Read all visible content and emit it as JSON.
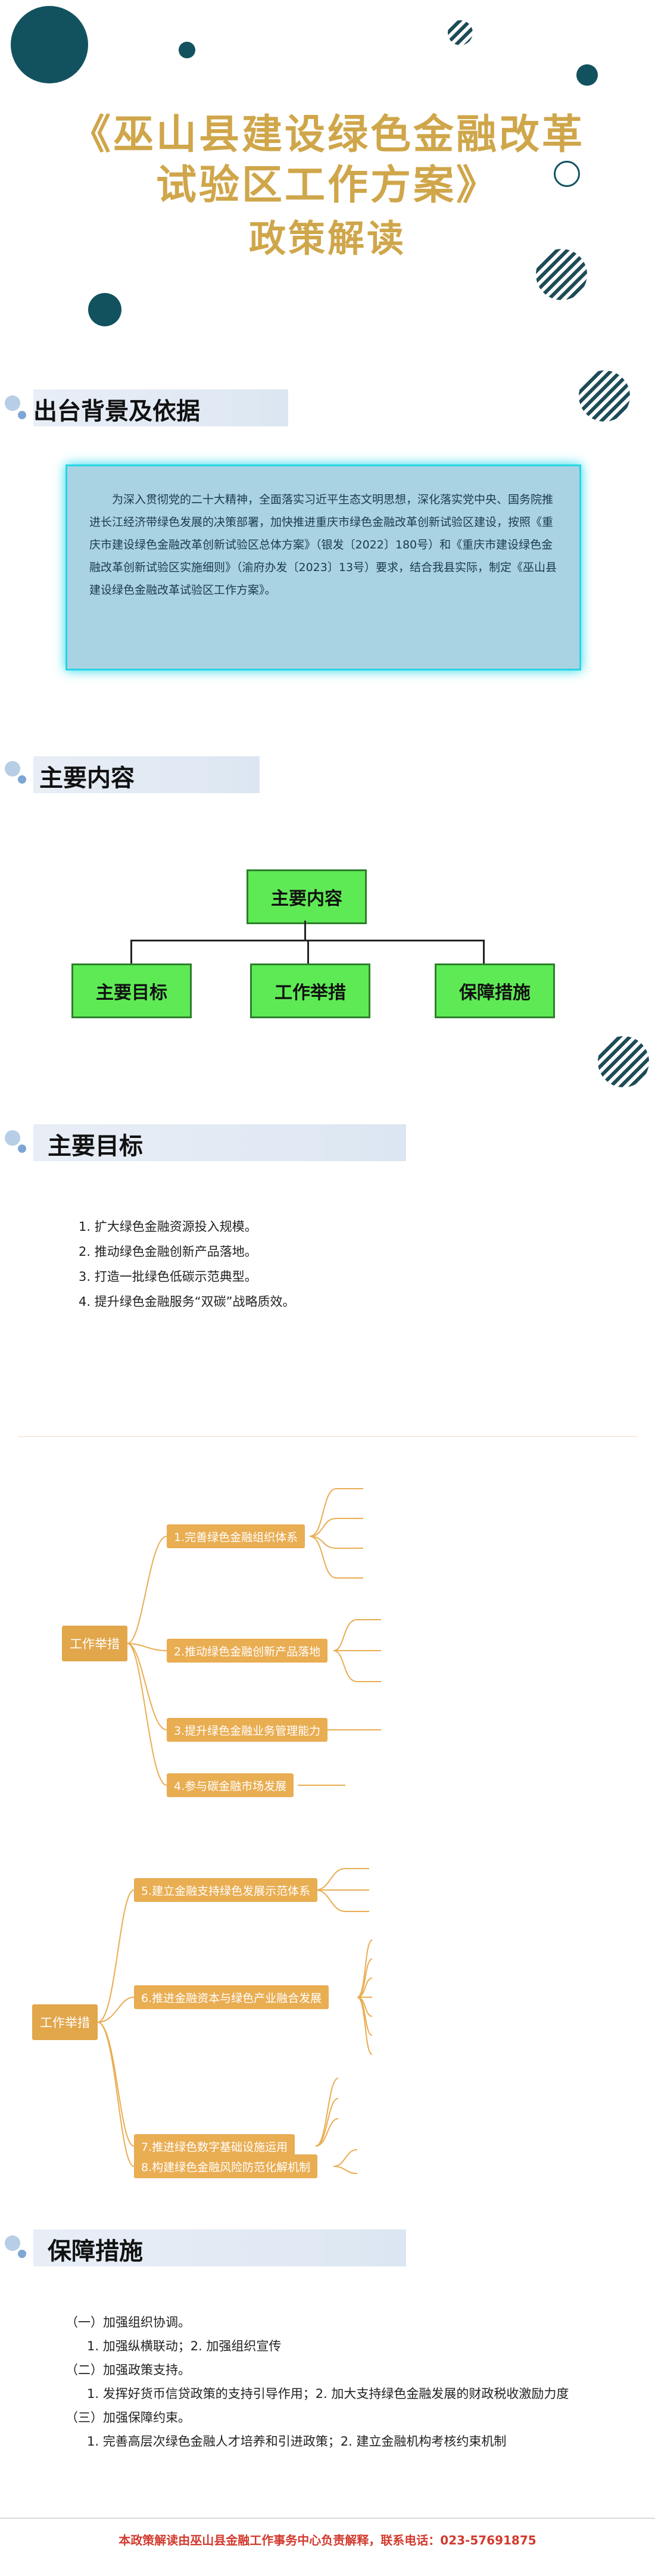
{
  "header": {
    "title_line1": "《巫山县建设绿色金融改革",
    "title_line2": "试验区工作方案》",
    "title_line3": "政策解读"
  },
  "background": {
    "heading": "出台背景及依据",
    "text": "为深入贯彻党的二十大精神，全面落实习近平生态文明思想，深化落实党中央、国务院推进长江经济带绿色发展的决策部署，加快推进重庆市绿色金融改革创新试验区建设，按照《重庆市建设绿色金融改革创新试验区总体方案》（银发〔2022〕180号）和《重庆市建设绿色金融改革创新试验区实施细则》（渝府办发〔2023〕13号）要求，结合我县实际，制定《巫山县建设绿色金融改革试验区工作方案》。"
  },
  "main_content": {
    "heading": "主要内容",
    "root": "主要内容",
    "children": [
      "主要目标",
      "工作举措",
      "保障措施"
    ]
  },
  "goals": {
    "heading": "主要目标",
    "items": [
      "1. 扩大绿色金融资源投入规模。",
      "2. 推动绿色金融创新产品落地。",
      "3. 打造一批绿色低碳示范典型。",
      "4. 提升绿色金融服务“双碳”战略质效。"
    ]
  },
  "measures1": {
    "root": "工作举措",
    "branches": [
      "1.完善绿色金融组织体系",
      "2.推动绿色金融创新产品落地",
      "3.提升绿色金融业务管理能力",
      "4.参与碳金融市场发展"
    ]
  },
  "measures2": {
    "root": "工作举措",
    "branches": [
      "5.建立金融支持绿色发展示范体系",
      "6.推进金融资本与绿色产业融合发展",
      "7.推进绿色数字基础设施运用",
      "8.构建绿色金融风险防范化解机制"
    ]
  },
  "guarantee": {
    "heading": "保障措施",
    "items": [
      "（一）加强组织协调。",
      "1. 加强纵横联动；2. 加强组织宣传",
      "（二）加强政策支持。",
      "1. 发挥好货币信贷政策的支持引导作用；2. 加大支持绿色金融发展的财政税收激励力度",
      "（三）加强保障约束。",
      "1. 完善高层次绿色金融人才培养和引进政策；2. 建立金融机构考核约束机制"
    ]
  },
  "footer": {
    "text": "本政策解读由巫山县金融工作事务中心负责解释，联系电话：023-57691875"
  },
  "colors": {
    "gold": "#cfa64a",
    "teal": "#1d4b57",
    "cyan": "#27d4e6",
    "green": "#5eea55",
    "orange": "#e9ad52",
    "footer_red": "#d23a2e"
  }
}
